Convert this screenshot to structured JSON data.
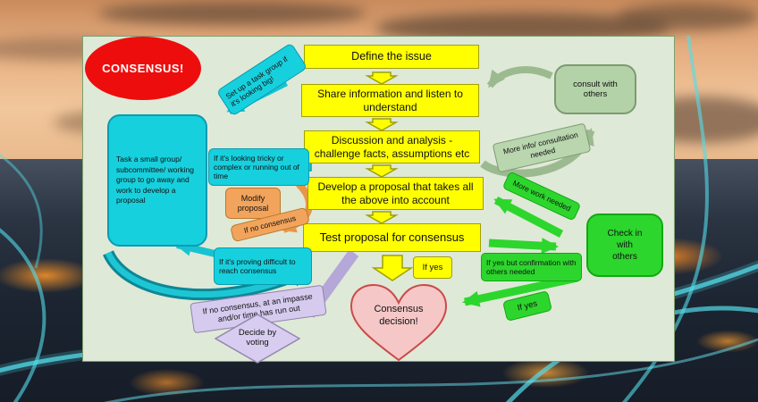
{
  "colors": {
    "panel_bg": "#dfe9d7",
    "step_yellow": "#ffff00",
    "cyan": "#17d0de",
    "teal_arrow": "#1ab9c9",
    "red_bubble": "#ee0d0d",
    "bright_green": "#2dd62d",
    "pale_green": "#b3d2a8",
    "orange": "#f2a45c",
    "lavender": "#d6cbef",
    "heart_pink": "#f5c7c7",
    "heart_border": "#cc4a4a"
  },
  "bubble": {
    "label": "CONSENSUS!"
  },
  "steps": [
    "Define the issue",
    "Share information and listen to understand",
    "Discussion and analysis - challenge facts, assumptions etc",
    "Develop a proposal that takes all the above into account",
    "Test proposal for consensus"
  ],
  "labels": {
    "set_up_task_group": "Set up a task group if it's looking big!",
    "tricky": "If it's looking tricky or complex or running out of time",
    "task_small_group": "Task a small group/ subcommittee/ working group to go away and work to develop a proposal",
    "modify_proposal": "Modify proposal",
    "if_no_consensus": "If no consensus",
    "proving_difficult": "If it's proving difficult to reach consensus",
    "impasse": "If no consensus, at an impasse and/or time has run out",
    "decide_by_voting": "Decide by voting",
    "if_yes_test": "If yes",
    "consult_with_others": "consult with others",
    "more_info_needed": "More info/ consultation needed",
    "more_work_needed": "More work needed",
    "check_in_with_others": "Check in with others",
    "if_yes_confirmation": "If yes but confirmation with others needed",
    "if_yes_check": "If yes"
  },
  "heart_label": "Consensus decision!"
}
